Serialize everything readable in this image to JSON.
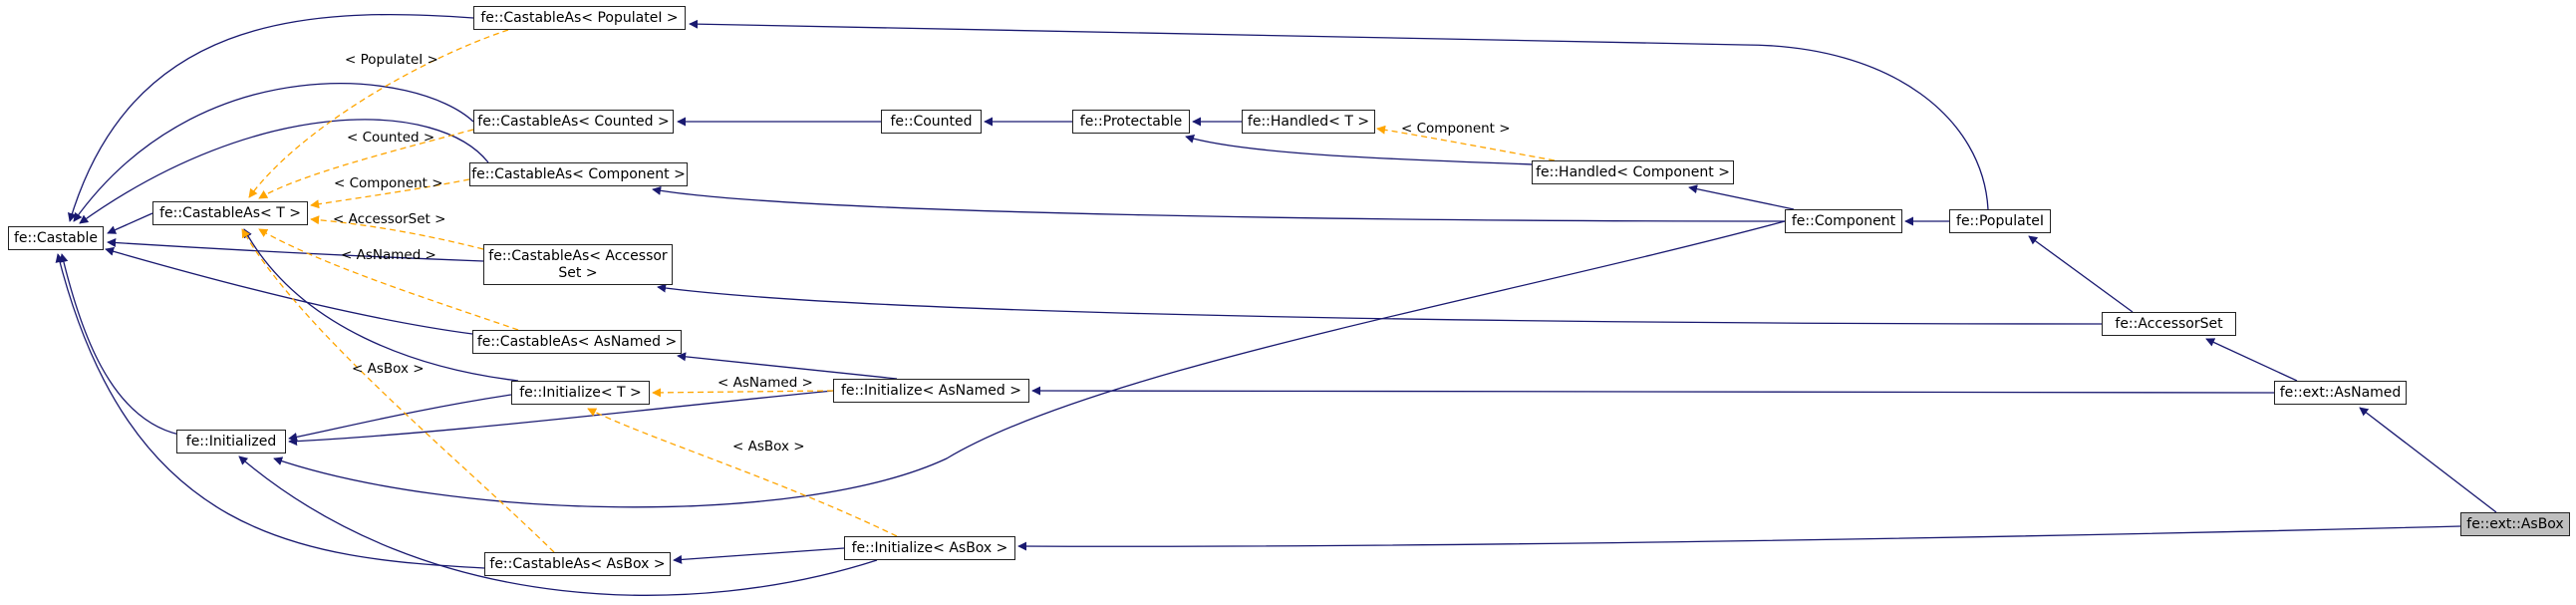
{
  "diagram": {
    "nodes": [
      {
        "id": "castable",
        "label": "fe::Castable"
      },
      {
        "id": "castableAsT",
        "label": "fe::CastableAs< T >"
      },
      {
        "id": "initialized",
        "label": "fe::Initialized"
      },
      {
        "id": "castPopulate",
        "label": "fe::CastableAs< PopulateI >"
      },
      {
        "id": "castCounted",
        "label": "fe::CastableAs< Counted >"
      },
      {
        "id": "castComponent",
        "label": "fe::CastableAs< Component >"
      },
      {
        "id": "castAccessor",
        "label": "fe::CastableAs< Accessor\nSet >"
      },
      {
        "id": "castAsNamed",
        "label": "fe::CastableAs< AsNamed >"
      },
      {
        "id": "initT",
        "label": "fe::Initialize< T >"
      },
      {
        "id": "castAsBox",
        "label": "fe::CastableAs< AsBox >"
      },
      {
        "id": "counted",
        "label": "fe::Counted"
      },
      {
        "id": "initAsNamed",
        "label": "fe::Initialize< AsNamed >"
      },
      {
        "id": "initAsBox",
        "label": "fe::Initialize< AsBox >"
      },
      {
        "id": "protectable",
        "label": "fe::Protectable"
      },
      {
        "id": "handledT",
        "label": "fe::Handled< T >"
      },
      {
        "id": "handledComp",
        "label": "fe::Handled< Component >"
      },
      {
        "id": "component",
        "label": "fe::Component"
      },
      {
        "id": "populateI",
        "label": "fe::PopulateI"
      },
      {
        "id": "accessorSet",
        "label": "fe::AccessorSet"
      },
      {
        "id": "asNamed",
        "label": "fe::ext::AsNamed"
      },
      {
        "id": "asBox",
        "label": "fe::ext::AsBox"
      }
    ],
    "edges": [
      {
        "from": "castPopulate",
        "to": "castable",
        "kind": "inherit"
      },
      {
        "from": "castCounted",
        "to": "castable",
        "kind": "inherit"
      },
      {
        "from": "castComponent",
        "to": "castable",
        "kind": "inherit"
      },
      {
        "from": "castableAsT",
        "to": "castable",
        "kind": "inherit"
      },
      {
        "from": "castAccessor",
        "to": "castable",
        "kind": "inherit"
      },
      {
        "from": "castAsNamed",
        "to": "castable",
        "kind": "inherit"
      },
      {
        "from": "initialized",
        "to": "castable",
        "kind": "inherit"
      },
      {
        "from": "castAsBox",
        "to": "castable",
        "kind": "inherit"
      },
      {
        "from": "initT",
        "to": "castableAsT",
        "kind": "inherit"
      },
      {
        "from": "initT",
        "to": "initialized",
        "kind": "inherit"
      },
      {
        "from": "initAsNamed",
        "to": "initialized",
        "kind": "inherit"
      },
      {
        "from": "initAsBox",
        "to": "initialized",
        "kind": "inherit"
      },
      {
        "from": "component",
        "to": "initialized",
        "kind": "inherit"
      },
      {
        "from": "castPopulate",
        "to": "castableAsT",
        "kind": "template",
        "label": "< PopulateI >"
      },
      {
        "from": "castCounted",
        "to": "castableAsT",
        "kind": "template",
        "label": "< Counted >"
      },
      {
        "from": "castComponent",
        "to": "castableAsT",
        "kind": "template",
        "label": "< Component >"
      },
      {
        "from": "castAccessor",
        "to": "castableAsT",
        "kind": "template",
        "label": "< AccessorSet >"
      },
      {
        "from": "castAsNamed",
        "to": "castableAsT",
        "kind": "template",
        "label": "< AsNamed >"
      },
      {
        "from": "castAsBox",
        "to": "castableAsT",
        "kind": "template",
        "label": "< AsBox >"
      },
      {
        "from": "initAsNamed",
        "to": "initT",
        "kind": "template",
        "label": "< AsNamed >"
      },
      {
        "from": "initAsBox",
        "to": "initT",
        "kind": "template",
        "label": "< AsBox >"
      },
      {
        "from": "counted",
        "to": "castCounted",
        "kind": "inherit"
      },
      {
        "from": "protectable",
        "to": "counted",
        "kind": "inherit"
      },
      {
        "from": "handledT",
        "to": "protectable",
        "kind": "inherit"
      },
      {
        "from": "handledComp",
        "to": "protectable",
        "kind": "inherit"
      },
      {
        "from": "handledComp",
        "to": "handledT",
        "kind": "template",
        "label": "< Component >"
      },
      {
        "from": "component",
        "to": "handledComp",
        "kind": "inherit"
      },
      {
        "from": "component",
        "to": "castComponent",
        "kind": "inherit"
      },
      {
        "from": "populateI",
        "to": "castPopulate",
        "kind": "inherit"
      },
      {
        "from": "populateI",
        "to": "component",
        "kind": "inherit"
      },
      {
        "from": "accessorSet",
        "to": "populateI",
        "kind": "inherit"
      },
      {
        "from": "accessorSet",
        "to": "castAccessor",
        "kind": "inherit"
      },
      {
        "from": "initAsNamed",
        "to": "castAsNamed",
        "kind": "inherit"
      },
      {
        "from": "asNamed",
        "to": "initAsNamed",
        "kind": "inherit"
      },
      {
        "from": "asNamed",
        "to": "accessorSet",
        "kind": "inherit"
      },
      {
        "from": "initAsBox",
        "to": "castAsBox",
        "kind": "inherit"
      },
      {
        "from": "asBox",
        "to": "initAsBox",
        "kind": "inherit"
      },
      {
        "from": "asBox",
        "to": "asNamed",
        "kind": "inherit"
      }
    ],
    "focus_node": "asBox",
    "colors": {
      "inherit": "#191970",
      "template": "#ffa500",
      "node_border": "#222222",
      "focus_fill": "#bfbfbf"
    }
  }
}
